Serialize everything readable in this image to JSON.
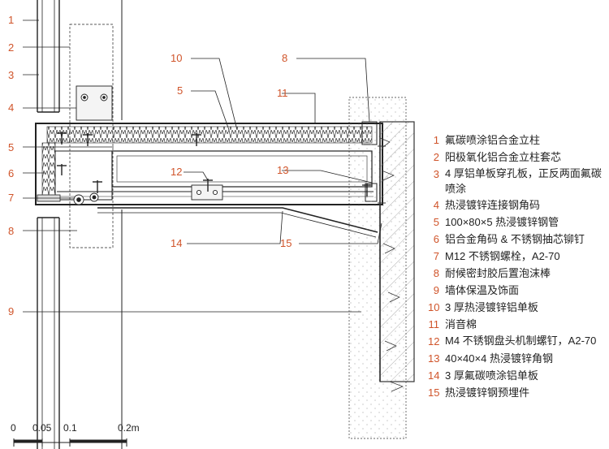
{
  "callouts": [
    "1",
    "2",
    "3",
    "4",
    "5",
    "6",
    "7",
    "8",
    "9",
    "10",
    "11",
    "12",
    "13",
    "14",
    "15"
  ],
  "legend": [
    {
      "num": "1",
      "text": "氟碳喷涂铝合金立柱"
    },
    {
      "num": "2",
      "text": "阳极氧化铝合金立柱套芯"
    },
    {
      "num": "3",
      "text": "4 厚铝单板穿孔板，正反两面氟碳喷涂"
    },
    {
      "num": "4",
      "text": "热浸镀锌连接钢角码"
    },
    {
      "num": "5",
      "text": "100×80×5 热浸镀锌钢管"
    },
    {
      "num": "6",
      "text": "铝合金角码 & 不锈钢抽芯铆钉"
    },
    {
      "num": "7",
      "text": "M12 不锈钢螺栓，A2-70"
    },
    {
      "num": "8",
      "text": "耐候密封胶后置泡沫棒"
    },
    {
      "num": "9",
      "text": "墙体保温及饰面"
    },
    {
      "num": "10",
      "text": "3 厚热浸镀锌铝单板"
    },
    {
      "num": "11",
      "text": "消音棉"
    },
    {
      "num": "12",
      "text": "M4 不锈钢盘头机制螺钉，A2-70"
    },
    {
      "num": "13",
      "text": "40×40×4 热浸镀锌角钢"
    },
    {
      "num": "14",
      "text": "3 厚氟碳喷涂铝单板"
    },
    {
      "num": "15",
      "text": "热浸镀锌钢预埋件"
    }
  ],
  "scale_bar": {
    "labels": [
      "0",
      "0.05",
      "0.1",
      "0.2m"
    ]
  },
  "colors": {
    "accent": "#d0542a",
    "line": "#222222",
    "hatch": "#555555"
  }
}
